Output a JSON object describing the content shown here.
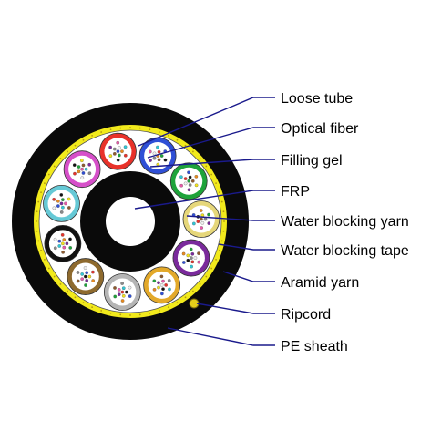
{
  "labels": {
    "loose_tube": "Loose tube",
    "optical_fiber": "Optical fiber",
    "filling_gel": "Filling gel",
    "frp": "FRP",
    "water_blocking_yarn": "Water blocking yarn",
    "water_blocking_tape": "Water blocking tape",
    "aramid_yarn": "Aramid yarn",
    "ripcord": "Ripcord",
    "pe_sheath": "PE sheath"
  },
  "colors": {
    "sheath": "#0a0a0a",
    "aramid": "#f2ea1c",
    "tape": "#ffffff",
    "frp_ring": "#0a0a0a",
    "leader": "#1a1a8c",
    "ripcord": "#e6cf1a"
  },
  "tubes": [
    {
      "color": "#e8322a"
    },
    {
      "color": "#2f4fd6"
    },
    {
      "color": "#1ea33a"
    },
    {
      "color": "#e6d77a"
    },
    {
      "color": "#7a2a9c"
    },
    {
      "color": "#e3a92a"
    },
    {
      "color": "#b5b5b5"
    },
    {
      "color": "#8e6a2e"
    },
    {
      "color": "#111111"
    },
    {
      "color": "#66c9d6"
    },
    {
      "color": "#d64fc9"
    }
  ],
  "fiber_colors": [
    "#2f4fd6",
    "#e88a1e",
    "#1ea33a",
    "#8e5a2e",
    "#8a8a8a",
    "#f0f0f0",
    "#e8322a",
    "#111111",
    "#f2e21c",
    "#7a2a9c",
    "#e85aa8",
    "#30c7d6"
  ]
}
